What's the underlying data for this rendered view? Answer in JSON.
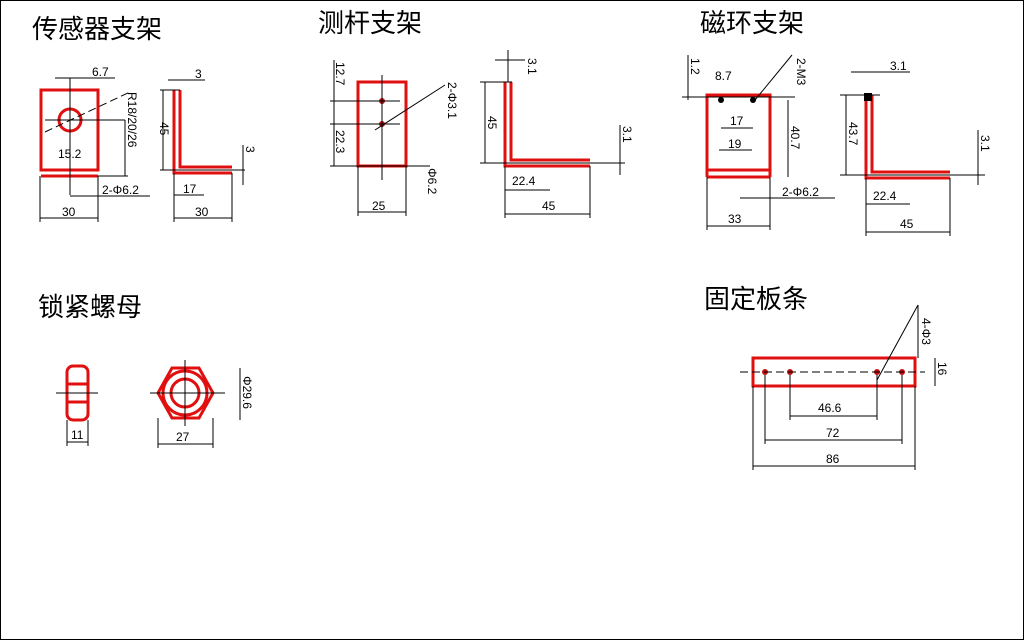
{
  "titles": {
    "sensor_bracket": "传感器支架",
    "rod_bracket": "测杆支架",
    "magnet_bracket": "磁环支架",
    "lock_nut": "锁紧螺母",
    "fixing_strip": "固定板条"
  },
  "sensor_bracket": {
    "d_top": "6.7",
    "d_hole": "R18/20/26",
    "d_slot": "15.2",
    "d_holes": "2-Φ6.2",
    "d_width": "30",
    "side_t": "3",
    "side_h": "45",
    "side_17": "17",
    "side_30": "30",
    "side_thk": "3"
  },
  "rod_bracket": {
    "d_127": "12.7",
    "d_223": "22.3",
    "d_holes": "2-Φ3.1",
    "d_phi": "Φ6.2",
    "d_width": "25",
    "side_t": "3.1",
    "side_h": "45",
    "side_224": "22.4",
    "side_45": "45",
    "side_thk": "3.1"
  },
  "magnet_bracket": {
    "d_12": "1.2",
    "d_87": "8.7",
    "d_m3": "2-M3",
    "d_17": "17",
    "d_19": "19",
    "d_407": "40.7",
    "d_holes": "2-Φ6.2",
    "d_33": "33",
    "side_t": "3.1",
    "side_h": "43.7",
    "side_224": "22.4",
    "side_45": "45",
    "side_thk": "3.1"
  },
  "lock_nut": {
    "d_11": "11",
    "d_27": "27",
    "d_phi": "Φ29.6"
  },
  "fixing_strip": {
    "d_holes": "4-Φ3",
    "d_16": "16",
    "d_466": "46.6",
    "d_72": "72",
    "d_86": "86"
  }
}
